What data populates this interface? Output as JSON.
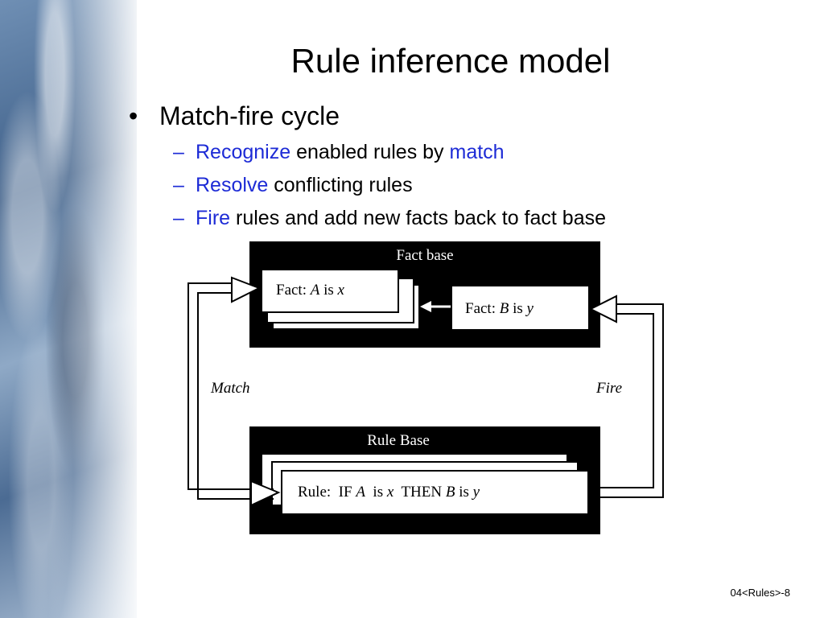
{
  "slide": {
    "title": "Rule inference model",
    "bullet": "Match-fire cycle",
    "subs": [
      {
        "lead": "Recognize",
        "mid": " enabled rules by ",
        "tail": "match"
      },
      {
        "lead": "Resolve",
        "mid": " conflicting rules",
        "tail": ""
      },
      {
        "lead": "Fire",
        "mid": " rules and add new facts back to fact base",
        "tail": ""
      }
    ],
    "bullet_glyph": "•",
    "dash_glyph": "–",
    "footer": "04<Rules>-8"
  },
  "diagram": {
    "fact_base_label": "Fact base",
    "fact_a": {
      "prefix": "Fact: ",
      "var": "A",
      "mid": " is ",
      "val": "x"
    },
    "fact_b": {
      "prefix": "Fact: ",
      "var": "B",
      "mid": " is ",
      "val": "y"
    },
    "rule_base_label": "Rule Base",
    "rule": {
      "p1": "Rule:  IF ",
      "a": "A",
      "p2": "  is ",
      "x": "x",
      "p3": "  THEN ",
      "b": "B",
      "p4": " is ",
      "y": "y"
    },
    "match_label": "Match",
    "fire_label": "Fire"
  },
  "colors": {
    "accent": "#1d2bd6",
    "panel": "#000000",
    "card": "#ffffff"
  }
}
